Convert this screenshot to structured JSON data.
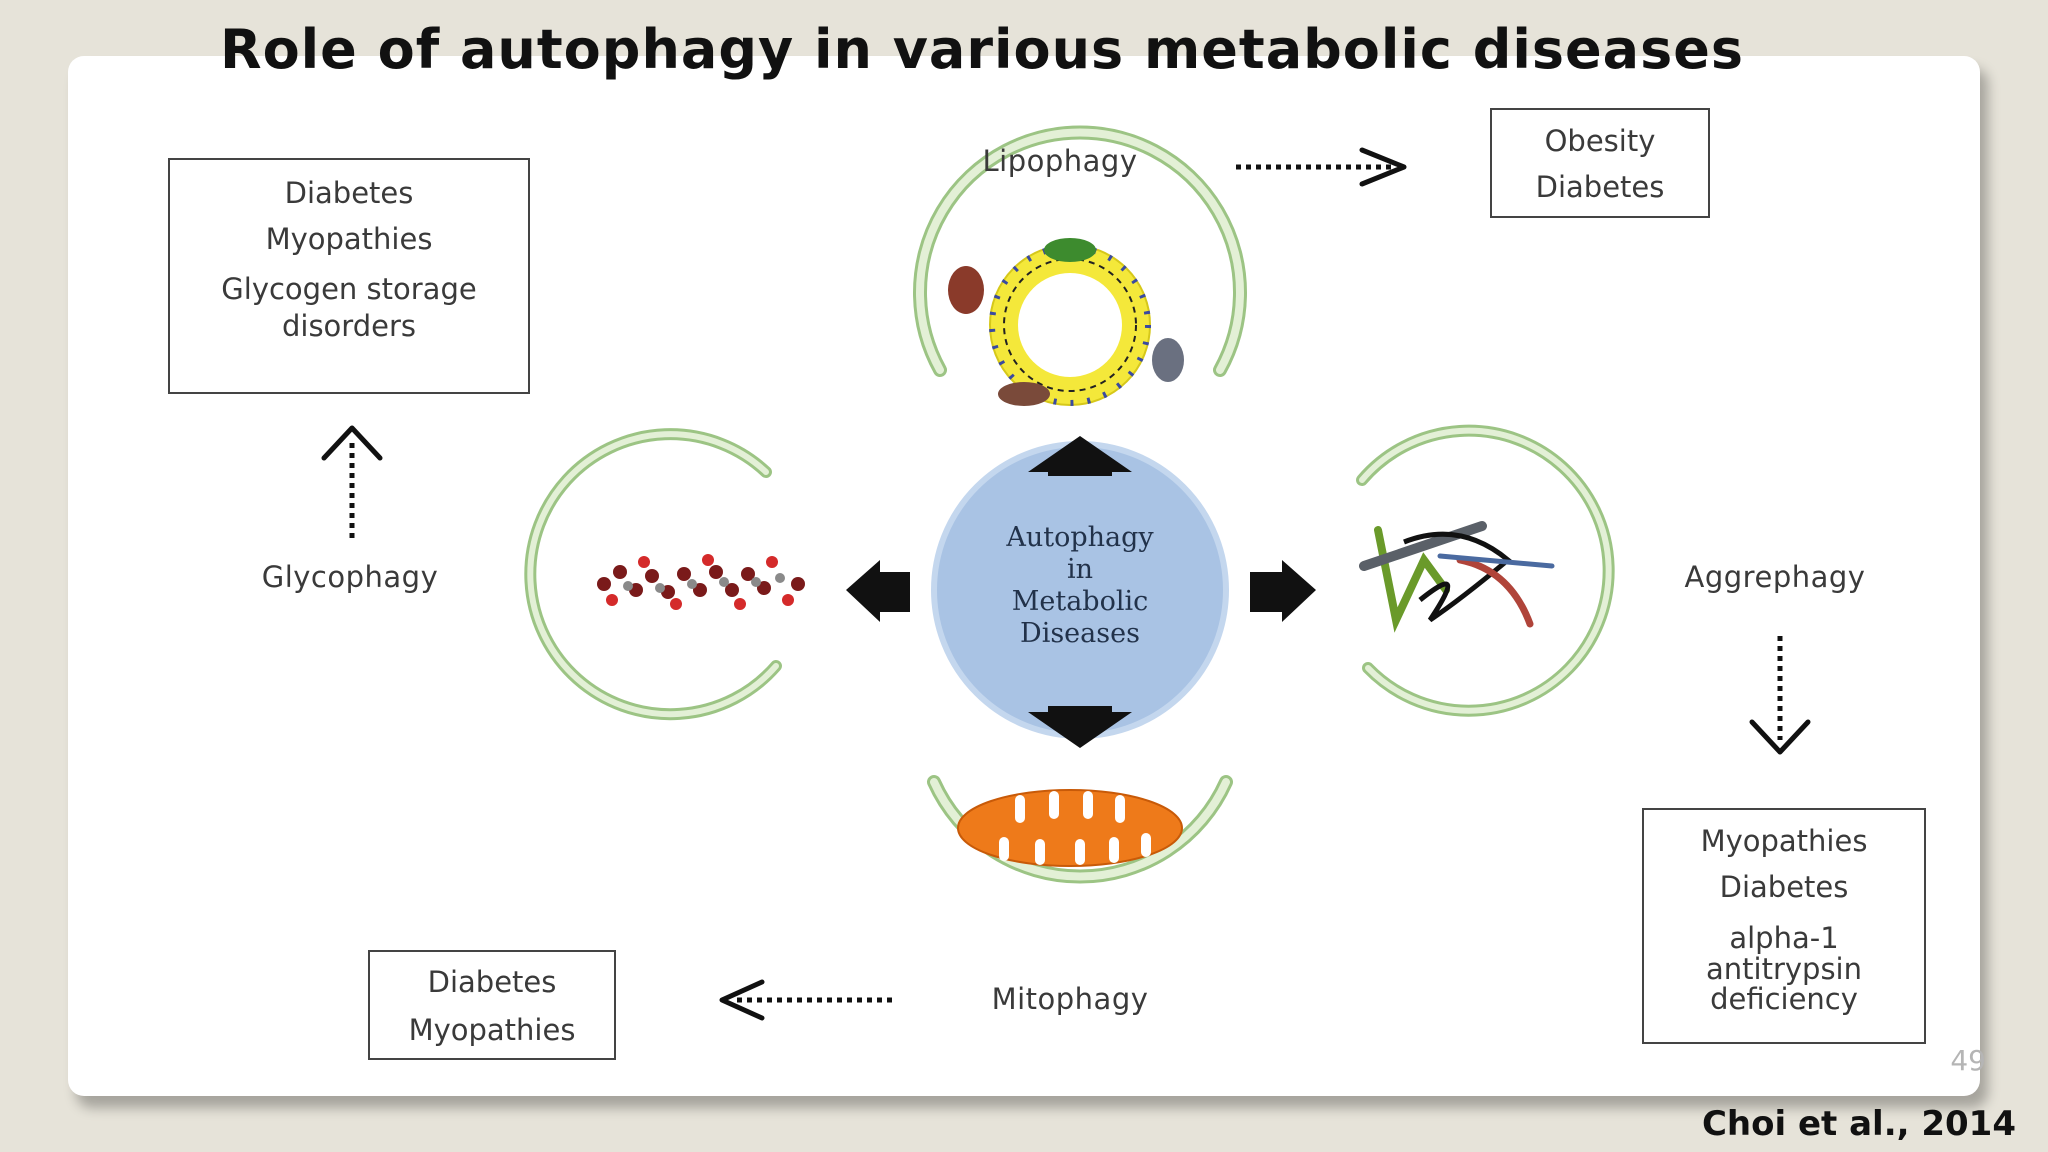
{
  "title": "Role of autophagy in various metabolic diseases",
  "center": {
    "lines": [
      "Autophagy",
      "in",
      "Metabolic",
      "Diseases"
    ],
    "color": "#a9c3e4"
  },
  "pathways": {
    "lipophagy": "Lipophagy",
    "glycophagy": "Glycophagy",
    "aggrephagy": "Aggrephagy",
    "mitophagy": "Mitophagy"
  },
  "disease_boxes": {
    "lipophagy": [
      "Obesity",
      "Diabetes"
    ],
    "glycophagy": [
      "Diabetes",
      "Myopathies",
      "Glycogen storage",
      "disorders"
    ],
    "aggrephagy": [
      "Myopathies",
      "Diabetes",
      "alpha-1",
      "antitrypsin",
      "deficiency"
    ],
    "mitophagy": [
      "Diabetes",
      "Myopathies"
    ]
  },
  "page_number": "49",
  "citation": "Choi et al., 2014",
  "colors": {
    "membrane": "#c8e0b4",
    "membrane_edge": "#9cc484",
    "lipid_yellow": "#f4e83a",
    "mito_orange": "#ee7a1a",
    "arrow": "#111111"
  }
}
